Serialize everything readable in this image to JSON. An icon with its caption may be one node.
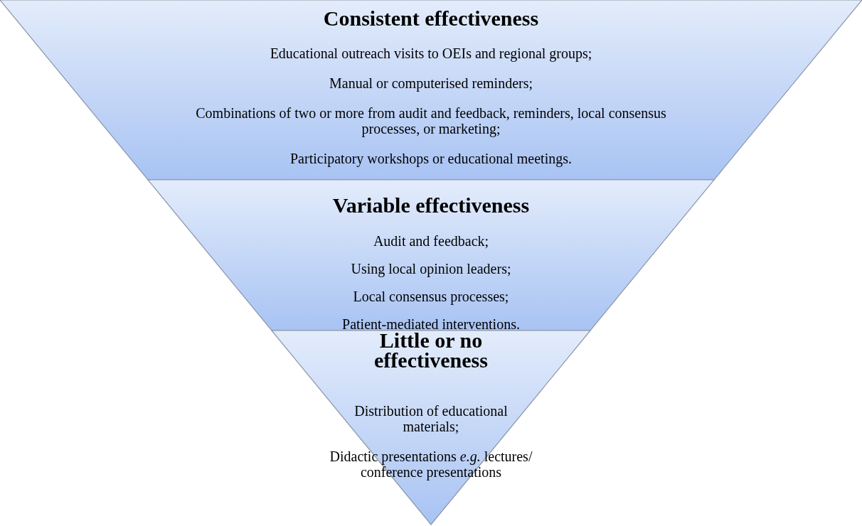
{
  "diagram": {
    "nodes": [
      {
        "text": [
          "Consistent effectiveness",
          "Educational outreach visits to OEIs and regional groups;",
          "Manual or computerised reminders;",
          "Combinations of two or more from audit and feedback, reminders, local consensus processes, or marketing;",
          "Participatory workshops or educational meetings."
        ]
      },
      {
        "text": [
          "Variable effectiveness",
          "Audit and feedback;",
          "Using local opinion leaders;",
          "Local consensus processes;",
          "Patient-mediated interventions."
        ]
      },
      {
        "text": [
          "Little or no effectiveness",
          "Distribution of educational materials;",
          "Didactic presentations *e.g.* lectures/ conference presentations"
        ]
      }
    ]
  }
}
